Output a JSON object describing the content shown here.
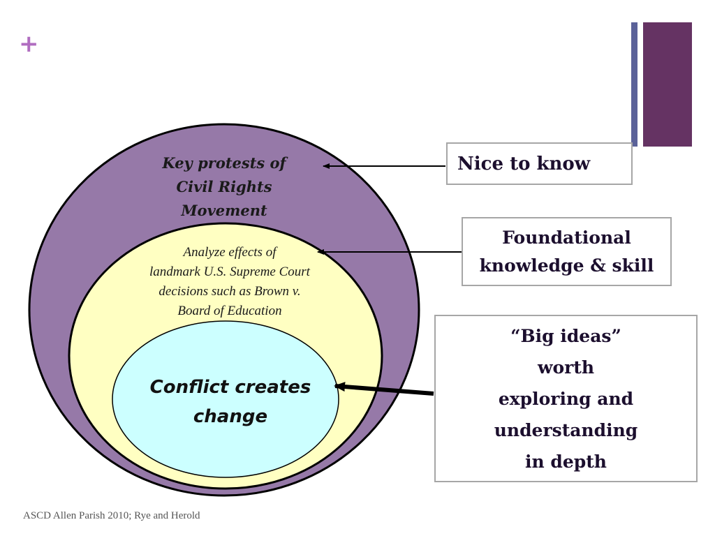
{
  "slide": {
    "plus_glyph": "+",
    "footer": "ASCD Allen Parish 2010; Rye and Herold"
  },
  "diagram": {
    "outer": {
      "lines": [
        "Key protests of",
        "Civil Rights",
        "Movement"
      ],
      "fill": "#9679a8"
    },
    "middle": {
      "lines": [
        "Analyze effects of",
        "landmark U.S. Supreme Court",
        "decisions such as Brown v.",
        "Board of Education"
      ],
      "fill": "#ffffc2"
    },
    "inner": {
      "lines": [
        "Conflict creates",
        "change"
      ],
      "fill": "#ccffff"
    }
  },
  "callouts": {
    "nice": {
      "lines": [
        "Nice to know"
      ]
    },
    "foundational": {
      "lines": [
        "Foundational",
        "knowledge & skill"
      ]
    },
    "big": {
      "lines": [
        "“Big ideas”",
        "worth",
        "exploring and",
        "understanding",
        "in depth"
      ]
    }
  },
  "colors": {
    "plus": "#b06dc0",
    "accent_bar_thin": "#5b6299",
    "accent_bar_thick": "#653363",
    "box_border": "#a6a6a6"
  }
}
